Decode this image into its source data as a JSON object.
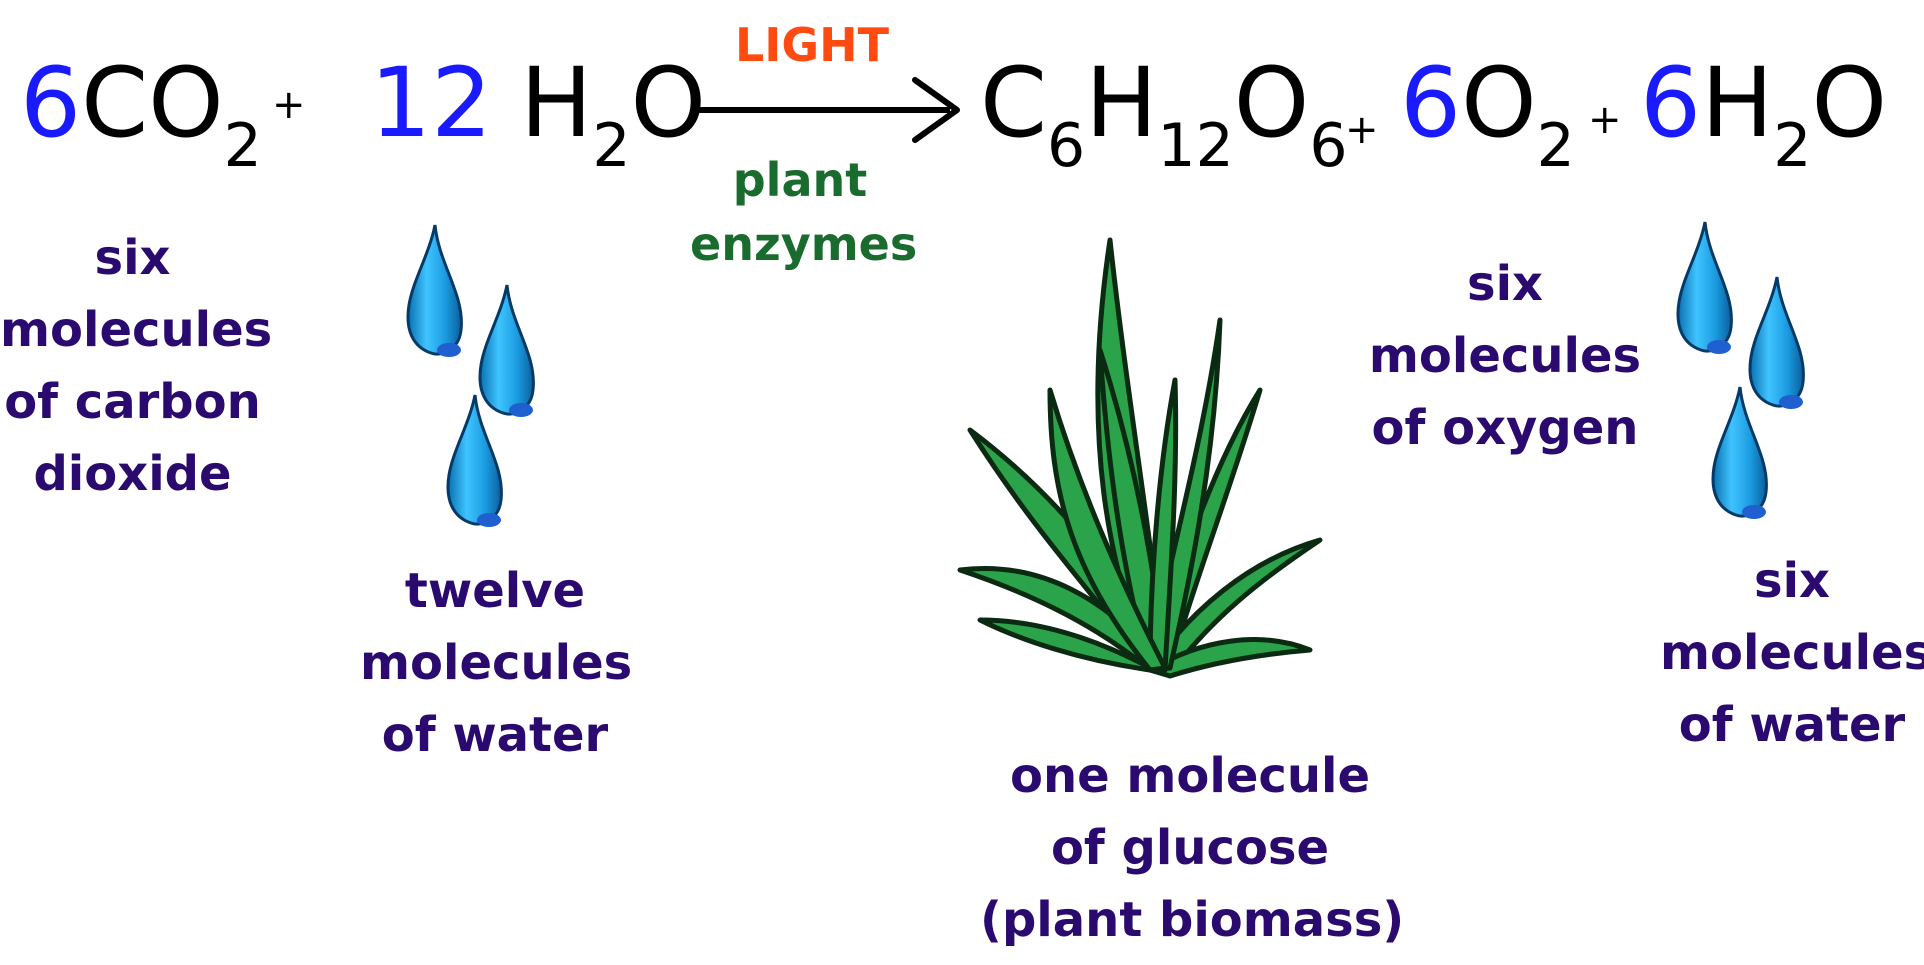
{
  "equation": {
    "reactant1": {
      "coef": "6",
      "formula": "CO",
      "sub": "2"
    },
    "plus1": "+",
    "reactant2": {
      "coef": "12",
      "formula_a": "H",
      "sub": "2",
      "formula_b": "O"
    },
    "arrow_top": "LIGHT",
    "arrow_bottom_1": "plant",
    "arrow_bottom_2": "enzymes",
    "product1": {
      "c": "C",
      "c_sub": "6",
      "h": "H",
      "h_sub": "12",
      "o": "O",
      "o_sub": "6"
    },
    "plus2": "+",
    "product2": {
      "coef": "6",
      "formula": "O",
      "sub": "2"
    },
    "plus3": "+",
    "product3": {
      "coef": "6",
      "formula_a": "H",
      "sub": "2",
      "formula_b": "O"
    }
  },
  "labels": {
    "co2": [
      "six",
      "molecules",
      "of carbon",
      "dioxide"
    ],
    "water_in": [
      "twelve",
      "molecules",
      "of water"
    ],
    "glucose": [
      "one molecule",
      "of glucose",
      "(plant biomass)"
    ],
    "oxygen": [
      "six",
      "molecules",
      "of oxygen"
    ],
    "water_out": [
      "six",
      "molecules",
      "of water"
    ]
  },
  "icons": {
    "drops_left": "water-drops-icon",
    "plant": "grass-plant-icon",
    "drops_right": "water-drops-icon"
  },
  "colors": {
    "coefficient": "#1a1aff",
    "light": "#ff4a10",
    "enzymes": "#1a6b2e",
    "label": "#2a0a6e",
    "drop": "#1aa3e6",
    "plant": "#1f9a3a"
  }
}
